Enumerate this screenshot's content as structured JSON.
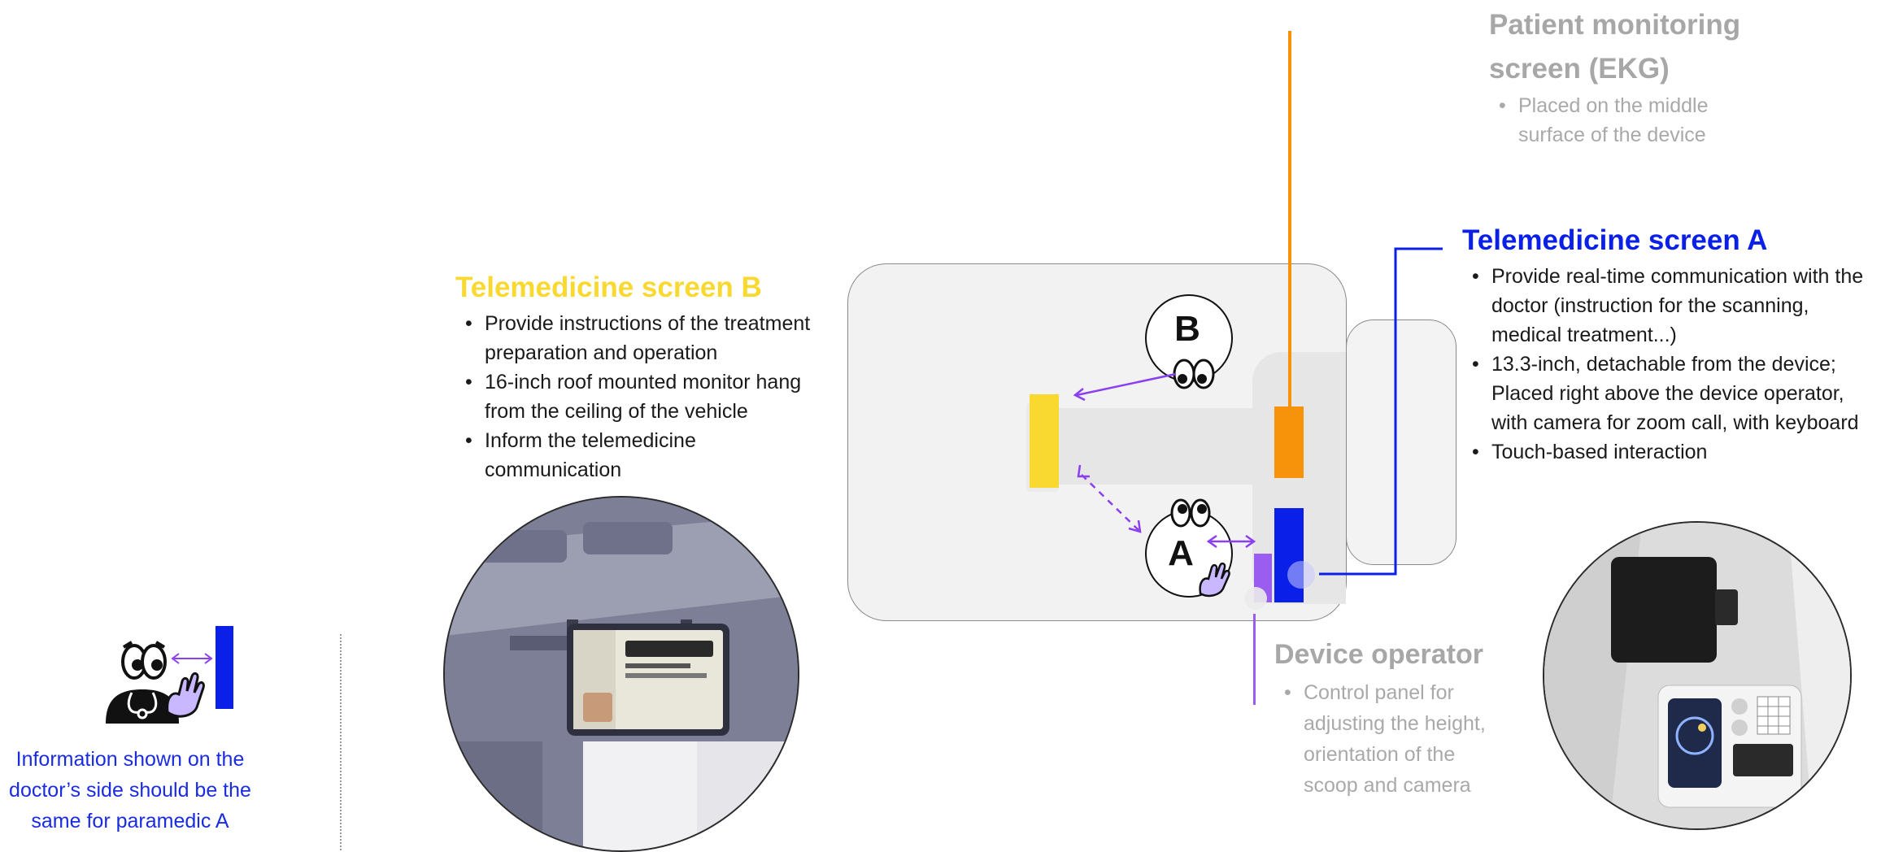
{
  "colors": {
    "screen_a": "#0a1fe8",
    "screen_b": "#f9d830",
    "ekg": "#f7930a",
    "operator": "#9b5cf0",
    "arrow": "#8a3ff0",
    "gray_text": "#a7a7a7"
  },
  "ekg": {
    "title_line1": "Patient monitoring",
    "title_line2": "screen (EKG)",
    "bullets": [
      "Placed on the middle surface of the device"
    ]
  },
  "screen_a": {
    "title": "Telemedicine screen A",
    "bullets": [
      "Provide real-time communication with the doctor (instruction for the scanning, medical treatment...)",
      "13.3-inch, detachable from the device; Placed right above the device operator, with camera for zoom call, with keyboard",
      "Touch-based interaction"
    ]
  },
  "screen_b": {
    "title": "Telemedicine screen B",
    "bullets": [
      "Provide instructions of the treatment preparation and operation",
      "16-inch roof mounted monitor hang from the ceiling of the vehicle",
      "Inform the telemedicine communication"
    ]
  },
  "operator": {
    "title": "Device operator",
    "bullets": [
      "Control panel for adjusting the height, orientation of the scoop and camera"
    ]
  },
  "people": {
    "a_label": "A",
    "b_label": "B"
  },
  "doctor_note": "Information shown on the doctor’s side should be the same for paramedic A",
  "icons": [
    "eyes-icon",
    "hand-icon",
    "stethoscope-icon",
    "double-arrow-icon"
  ]
}
